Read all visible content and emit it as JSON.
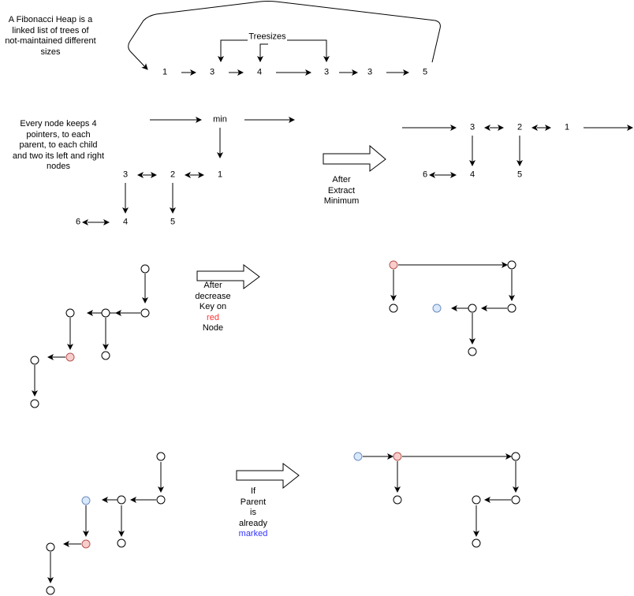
{
  "section1": {
    "description": "A Fibonacci Heap is a linked list of trees of not-maintained different sizes",
    "description_lines": [
      "A Fibonacci Heap is a",
      "linked list of trees of",
      "not-maintained different",
      "sizes"
    ],
    "treesizes_label": "Treesizes",
    "root_list": [
      "1",
      "3",
      "4",
      "3",
      "3",
      "5"
    ]
  },
  "section2": {
    "description_lines": [
      "Every node keeps 4",
      "pointers, to each",
      "parent, to each child",
      "and two its left and right",
      "nodes"
    ],
    "min_label": "min",
    "roots": [
      "3",
      "2",
      "1"
    ],
    "children": [
      "6",
      "4",
      "5"
    ],
    "transition_lines": [
      "After",
      "Extract",
      "Minimum"
    ],
    "after_roots": [
      "3",
      "2",
      "1"
    ],
    "after_children": [
      "6",
      "4",
      "5"
    ]
  },
  "section3": {
    "transition_lines": [
      "After",
      "decrease",
      "Key on"
    ],
    "highlight_word": "red",
    "transition_tail": "Node",
    "marked_color": "#f8cecc",
    "marked_stroke": "#b85450",
    "moved_color": "#dae8fc",
    "moved_stroke": "#6c8ebf"
  },
  "section4": {
    "transition_lines": [
      "If",
      "Parent",
      "is",
      "already"
    ],
    "highlight_word": "marked"
  },
  "colors": {
    "red_text": "#ff3333",
    "blue_text": "#3333ff",
    "red_node_fill": "#f8cecc",
    "red_node_stroke": "#b85450",
    "blue_node_fill": "#dae8fc",
    "blue_node_stroke": "#6c8ebf"
  }
}
